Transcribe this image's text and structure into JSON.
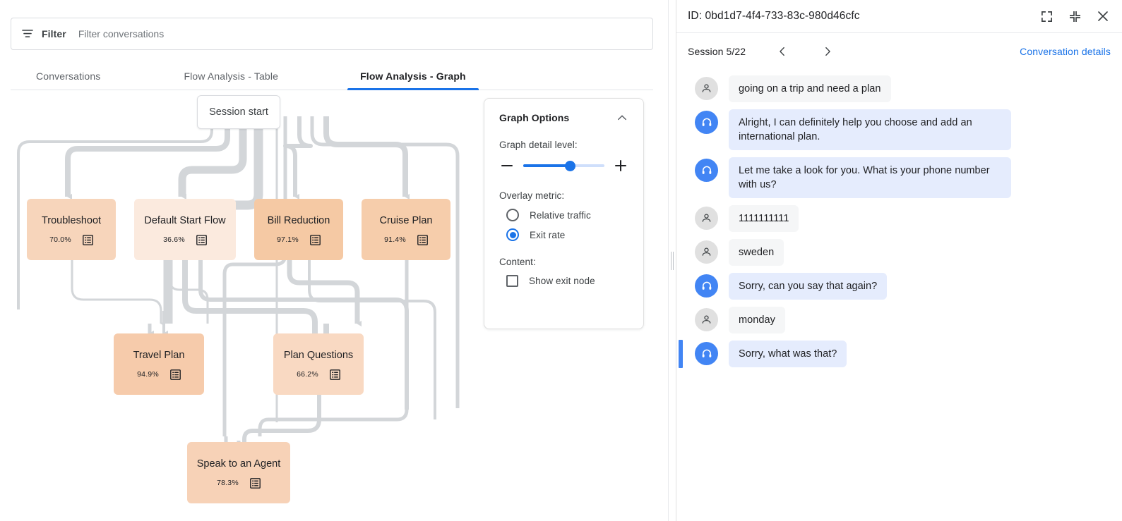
{
  "filter": {
    "icon": "filter-icon",
    "label": "Filter",
    "placeholder": "Filter conversations",
    "value": ""
  },
  "tabs": [
    {
      "label": "Conversations",
      "active": false
    },
    {
      "label": "Flow Analysis - Table",
      "active": false
    },
    {
      "label": "Flow Analysis - Graph",
      "active": true
    }
  ],
  "graph": {
    "start_node": {
      "label": "Session start"
    },
    "nodes": [
      {
        "id": "troubleshoot",
        "label": "Troubleshoot",
        "metric": "70.0%",
        "color": "#f7d5bb",
        "icon": "list-icon"
      },
      {
        "id": "default-start-flow",
        "label": "Default Start Flow",
        "metric": "36.6%",
        "color": "#fbeade",
        "icon": "list-icon"
      },
      {
        "id": "bill-reduction",
        "label": "Bill Reduction",
        "metric": "97.1%",
        "color": "#f5c9a4",
        "icon": "list-icon"
      },
      {
        "id": "cruise-plan",
        "label": "Cruise Plan",
        "metric": "91.4%",
        "color": "#f6cdab",
        "icon": "list-icon"
      },
      {
        "id": "travel-plan",
        "label": "Travel Plan",
        "metric": "94.9%",
        "color": "#f6cbab",
        "icon": "list-icon"
      },
      {
        "id": "plan-questions",
        "label": "Plan Questions",
        "metric": "66.2%",
        "color": "#f9d9c2",
        "icon": "list-icon"
      },
      {
        "id": "speak-to-an-agent",
        "label": "Speak to an Agent",
        "metric": "78.3%",
        "color": "#f7d2b7",
        "icon": "list-icon"
      }
    ],
    "edge_color": "#dadce0"
  },
  "graph_options": {
    "title": "Graph Options",
    "collapse_icon": "chevron-up-icon",
    "detail_level_label": "Graph detail level:",
    "slider": {
      "value": 58,
      "min": 0,
      "max": 100,
      "decrease_icon": "minus-icon",
      "increase_icon": "plus-icon"
    },
    "overlay_metric_label": "Overlay metric:",
    "overlay_options": [
      {
        "label": "Relative traffic",
        "selected": false
      },
      {
        "label": "Exit rate",
        "selected": true
      }
    ],
    "content_label": "Content:",
    "checkboxes": [
      {
        "label": "Show exit node",
        "checked": false
      }
    ],
    "accent": "#1a73e8"
  },
  "detail_panel": {
    "id_text": "ID: 0bd1d7-4f4-733-83c-980d46cfc",
    "header_actions": [
      {
        "name": "expand-icon"
      },
      {
        "name": "collapse-icon"
      },
      {
        "name": "close-icon"
      }
    ],
    "session_label": "Session 5/22",
    "prev_icon": "chevron-left-icon",
    "next_icon": "chevron-right-icon",
    "conversation_details_link": "Conversation details",
    "link_color": "#1a73e8",
    "messages": [
      {
        "role": "user",
        "text": "going on a trip and need a plan",
        "selected": false
      },
      {
        "role": "agent",
        "text": "Alright, I can definitely help you choose and add an international plan.",
        "selected": false
      },
      {
        "role": "agent",
        "text": "Let me take a look for you. What is your phone number with us?",
        "selected": false
      },
      {
        "role": "user",
        "text": "1111111111",
        "selected": false
      },
      {
        "role": "user",
        "text": "sweden",
        "selected": false
      },
      {
        "role": "agent",
        "text": "Sorry, can you say that again?",
        "selected": false
      },
      {
        "role": "user",
        "text": "monday",
        "selected": false
      },
      {
        "role": "agent",
        "text": "Sorry, what was that?",
        "selected": true
      }
    ]
  }
}
